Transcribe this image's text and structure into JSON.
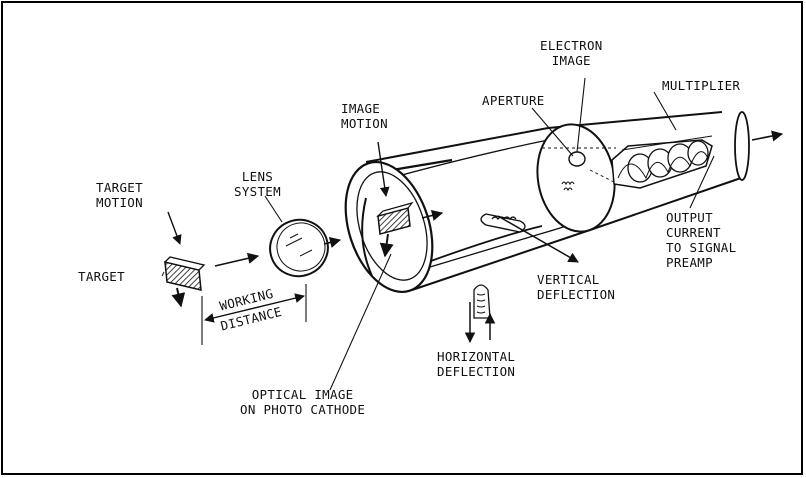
{
  "labels": {
    "target_motion": "TARGET\nMOTION",
    "target": "TARGET",
    "lens_system": "LENS\nSYSTEM",
    "working_distance_1": "WORKING",
    "working_distance_2": "DISTANCE",
    "image_motion": "IMAGE\nMOTION",
    "aperture": "APERTURE",
    "electron_image": "ELECTRON\nIMAGE",
    "multiplier": "MULTIPLIER",
    "output_current": "OUTPUT\nCURRENT\nTO SIGNAL\nPREAMP",
    "vertical_deflection": "VERTICAL\nDEFLECTION",
    "horizontal_deflection": "HORIZONTAL\nDEFLECTION",
    "optical_image": "OPTICAL IMAGE\nON PHOTO CATHODE"
  }
}
